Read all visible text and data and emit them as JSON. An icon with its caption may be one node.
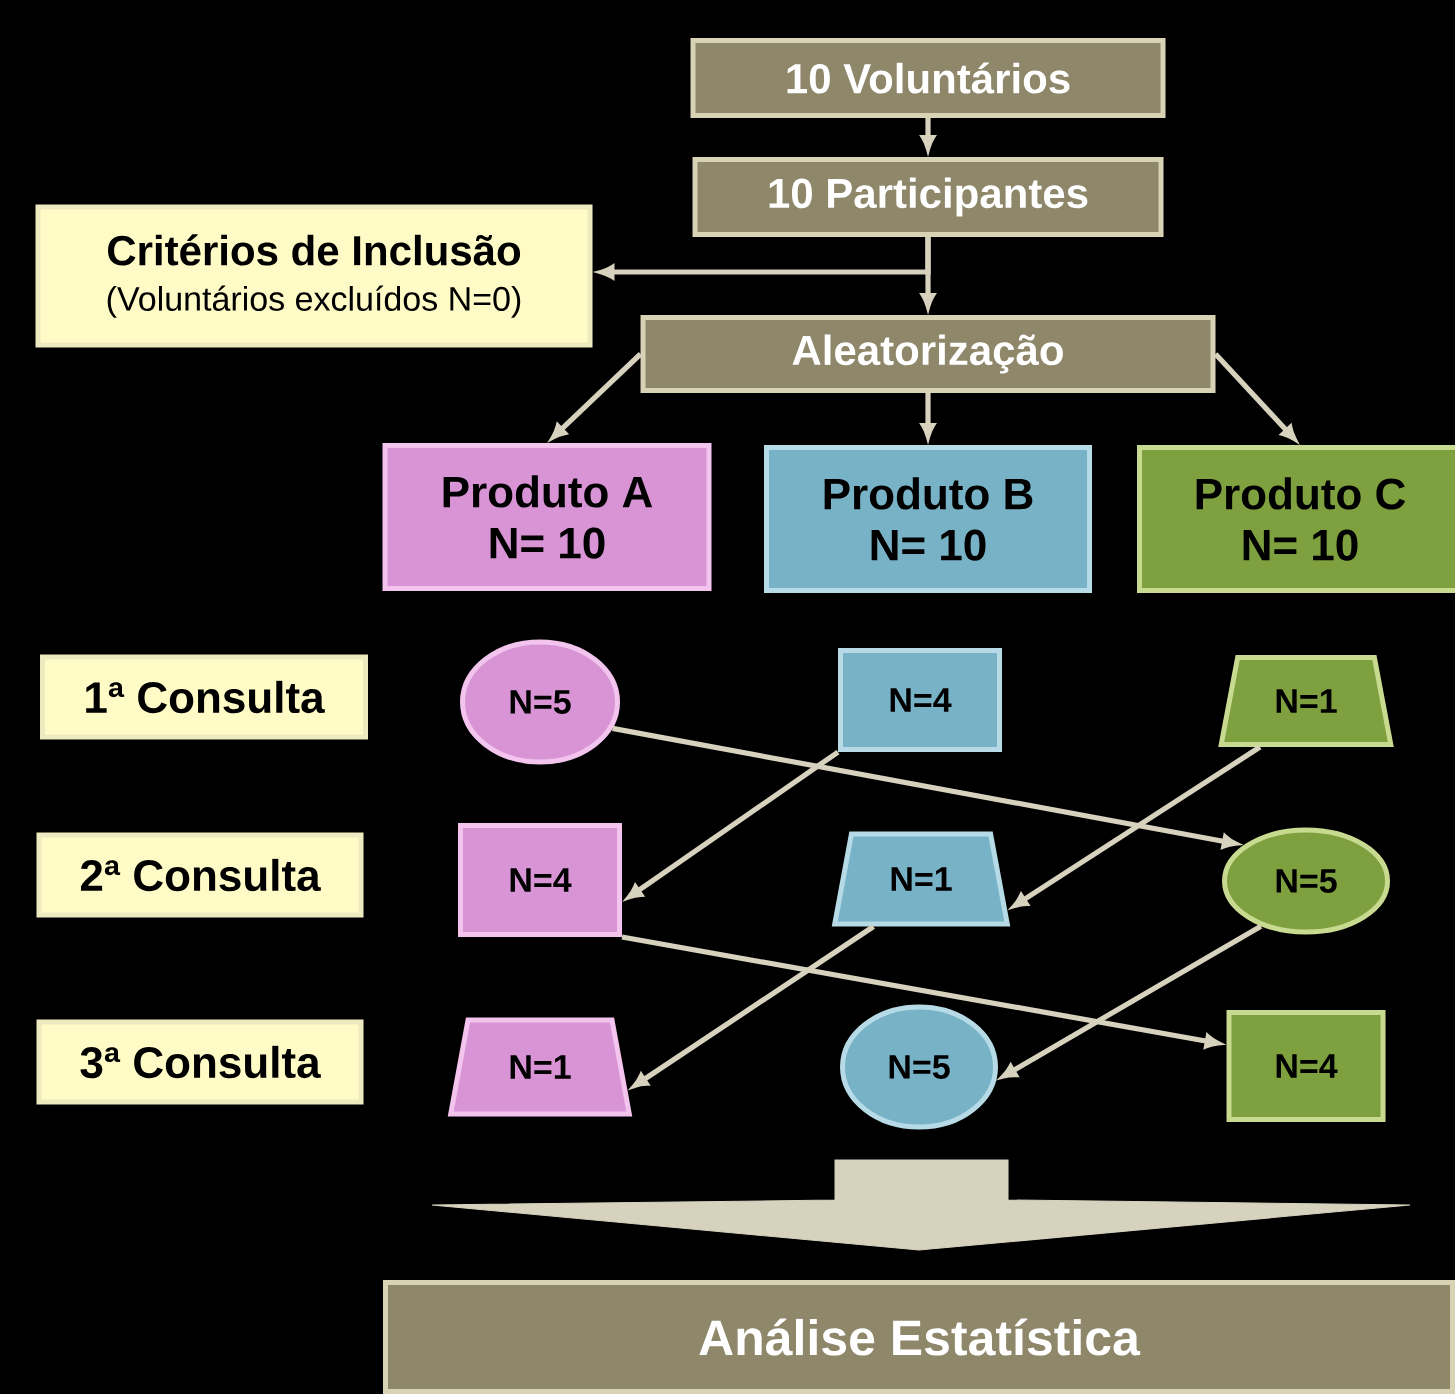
{
  "diagram": {
    "nodes": [
      {
        "text": [
          "10 Voluntários"
        ]
      },
      {
        "text": [
          "10 Participantes"
        ]
      },
      {
        "text": [
          "Critérios de Inclusão",
          "(Voluntários excluídos N=0)"
        ]
      },
      {
        "text": [
          "Aleatorização"
        ]
      },
      {
        "text": [
          "Produto A",
          "N= 10"
        ]
      },
      {
        "text": [
          "Produto B",
          "N= 10"
        ]
      },
      {
        "text": [
          "Produto C",
          "N= 10"
        ]
      },
      {
        "text": [
          "1ª Consulta"
        ]
      },
      {
        "text": [
          "2ª Consulta"
        ]
      },
      {
        "text": [
          "3ª Consulta"
        ]
      },
      {
        "text": [
          "N=5"
        ]
      },
      {
        "text": [
          "N=4"
        ]
      },
      {
        "text": [
          "N=1"
        ]
      },
      {
        "text": [
          "N=4"
        ]
      },
      {
        "text": [
          "N=1"
        ]
      },
      {
        "text": [
          "N=5"
        ]
      },
      {
        "text": [
          "N=1"
        ]
      },
      {
        "text": [
          "N=5"
        ]
      },
      {
        "text": [
          "N=4"
        ]
      },
      {
        "text": [
          "Análise Estatística"
        ]
      }
    ],
    "edges": [
      {
        "from": 0,
        "to": 1,
        "arrow": "to"
      },
      {
        "from": 1,
        "to": 2,
        "arrow": "to"
      },
      {
        "from": 1,
        "to": 3,
        "arrow": "to"
      },
      {
        "from": 3,
        "to": 4,
        "arrow": "to"
      },
      {
        "from": 3,
        "to": 5,
        "arrow": "to"
      },
      {
        "from": 3,
        "to": 6,
        "arrow": "to"
      },
      {
        "from": 10,
        "to": 15,
        "arrow": "to"
      },
      {
        "from": 11,
        "to": 13,
        "arrow": "to"
      },
      {
        "from": 12,
        "to": 14,
        "arrow": "to"
      },
      {
        "from": 13,
        "to": 18,
        "arrow": "to"
      },
      {
        "from": 14,
        "to": 16,
        "arrow": "to"
      },
      {
        "from": 15,
        "to": 17,
        "arrow": "to"
      },
      {
        "from": null,
        "to": 19,
        "arrow": "to"
      }
    ]
  }
}
